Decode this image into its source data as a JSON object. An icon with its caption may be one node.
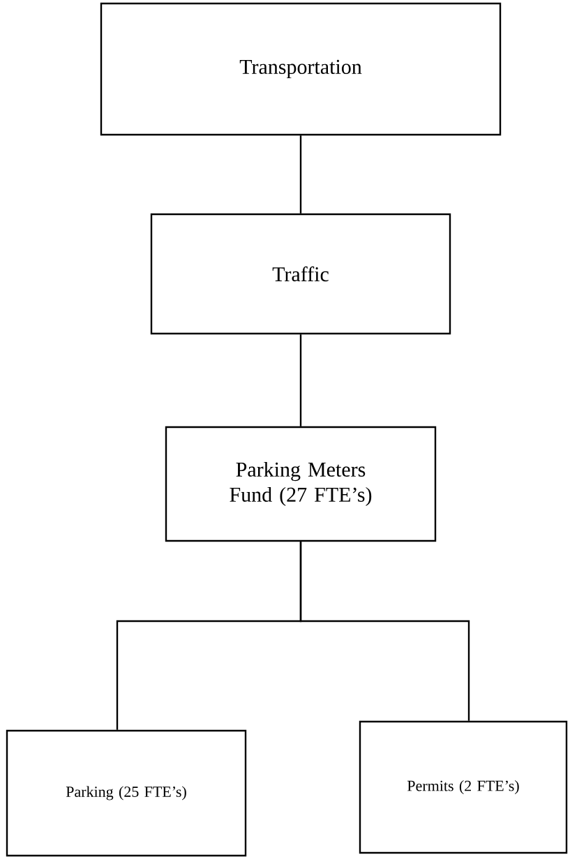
{
  "diagram": {
    "nodes": [
      {
        "text": [
          "Transportation"
        ]
      },
      {
        "text": [
          "Traffic"
        ]
      },
      {
        "text": [
          "Parking Meters Fund (27 FTE’s)"
        ]
      },
      {
        "text": [
          "Parking (25 FTE’s)"
        ]
      },
      {
        "text": [
          "Permits (2 FTE’s)"
        ]
      }
    ],
    "edges": [
      {
        "from": 0,
        "to": 1,
        "arrow": "none"
      },
      {
        "from": 1,
        "to": 2,
        "arrow": "none"
      },
      {
        "from": 2,
        "to": 3,
        "arrow": "none"
      },
      {
        "from": 2,
        "to": 4,
        "arrow": "none"
      }
    ]
  }
}
